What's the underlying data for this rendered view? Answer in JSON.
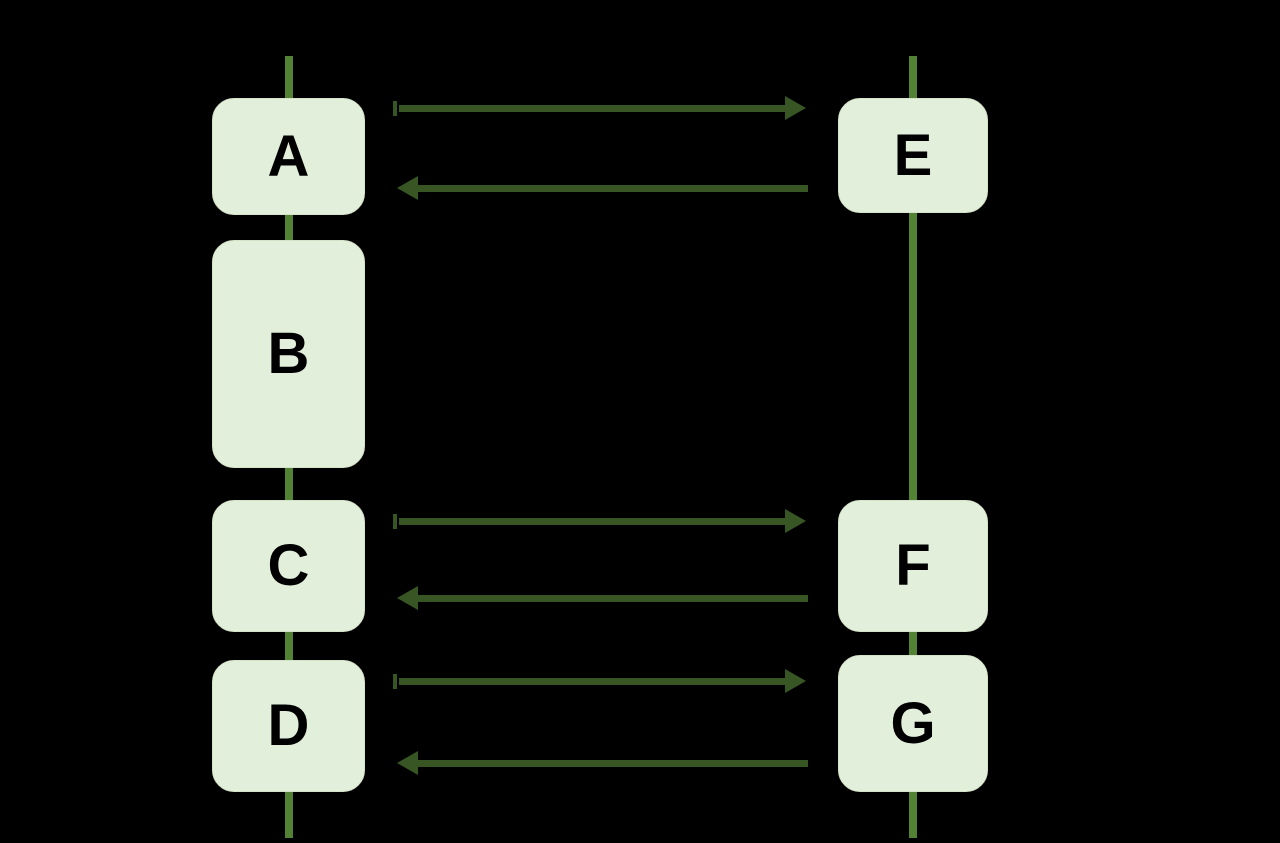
{
  "diagram": {
    "type": "sequence-diagram",
    "nodes": [
      {
        "id": "A",
        "label": "A",
        "column": "left"
      },
      {
        "id": "B",
        "label": "B",
        "column": "left"
      },
      {
        "id": "C",
        "label": "C",
        "column": "left"
      },
      {
        "id": "D",
        "label": "D",
        "column": "left"
      },
      {
        "id": "E",
        "label": "E",
        "column": "right"
      },
      {
        "id": "F",
        "label": "F",
        "column": "right"
      },
      {
        "id": "G",
        "label": "G",
        "column": "right"
      }
    ],
    "lifelines": [
      {
        "side": "left",
        "nodes": [
          "A",
          "B",
          "C",
          "D"
        ]
      },
      {
        "side": "right",
        "nodes": [
          "E",
          "F",
          "G"
        ]
      }
    ],
    "edges": [
      {
        "from": "A",
        "to": "E",
        "direction": "right"
      },
      {
        "from": "E",
        "to": "A",
        "direction": "left"
      },
      {
        "from": "C",
        "to": "F",
        "direction": "right"
      },
      {
        "from": "F",
        "to": "C",
        "direction": "left"
      },
      {
        "from": "D",
        "to": "G",
        "direction": "right"
      },
      {
        "from": "G",
        "to": "D",
        "direction": "left"
      }
    ],
    "colors": {
      "background": "#000000",
      "node_fill": "#E2EFDA",
      "node_border": "#D5E3C9",
      "node_text": "#000000",
      "lifeline": "#548235",
      "arrow": "#375623"
    }
  }
}
